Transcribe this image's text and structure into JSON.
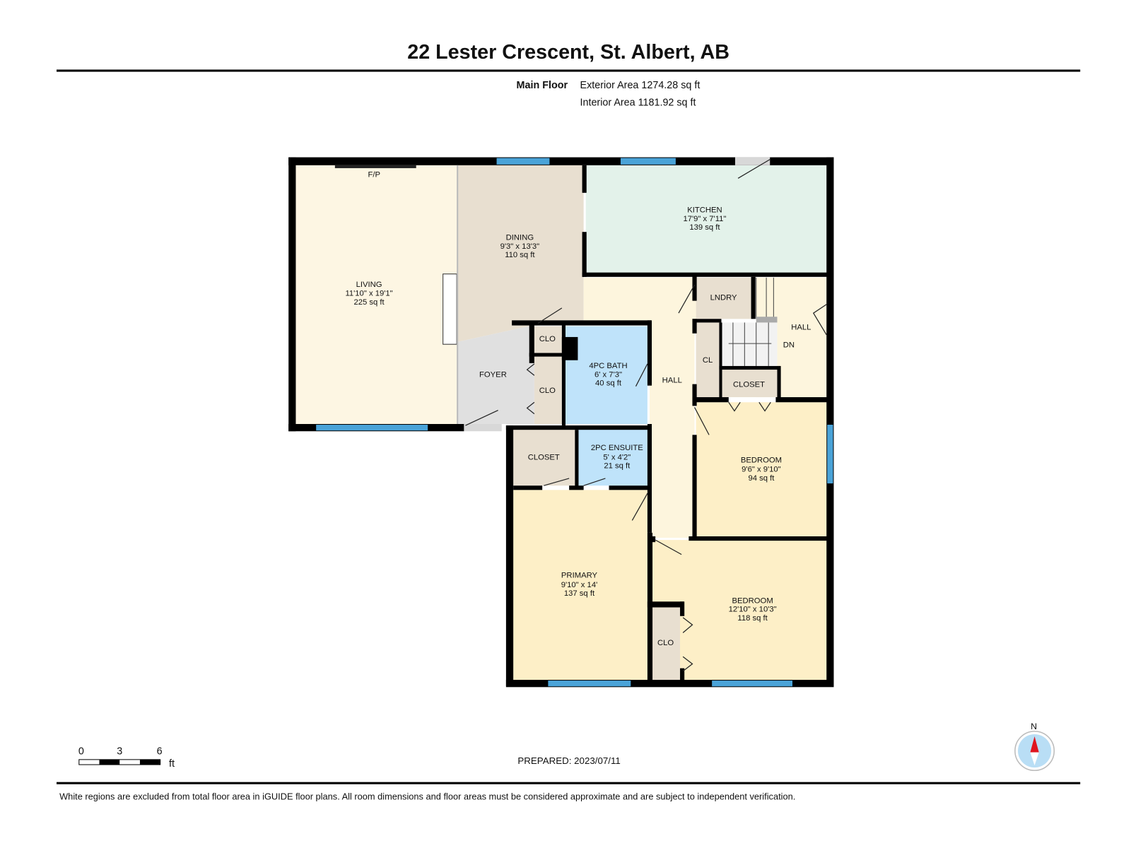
{
  "header": {
    "title": "22 Lester Crescent, St. Albert, AB",
    "floor_label": "Main Floor",
    "exterior_area": "Exterior Area 1274.28 sq ft",
    "interior_area": "Interior Area 1181.92 sq ft"
  },
  "rooms": {
    "living": {
      "name": "LIVING",
      "dims": "11'10\" x 19'1\"",
      "area": "225 sq ft",
      "fireplace": "F/P"
    },
    "dining": {
      "name": "DINING",
      "dims": "9'3\" x 13'3\"",
      "area": "110 sq ft"
    },
    "kitchen": {
      "name": "KITCHEN",
      "dims": "17'9\" x 7'11\"",
      "area": "139 sq ft"
    },
    "foyer": {
      "name": "FOYER"
    },
    "clo_top": {
      "name": "CLO"
    },
    "clo_mid": {
      "name": "CLO"
    },
    "bath4": {
      "name": "4PC BATH",
      "dims": "6' x 7'3\"",
      "area": "40 sq ft"
    },
    "hall_main": {
      "name": "HALL"
    },
    "lndry": {
      "name": "LNDRY"
    },
    "cl": {
      "name": "CL"
    },
    "stairs": {
      "label": "DN"
    },
    "hall_right": {
      "name": "HALL"
    },
    "closet_right": {
      "name": "CLOSET"
    },
    "bedroom_right": {
      "name": "BEDROOM",
      "dims": "9'6\" x 9'10\"",
      "area": "94 sq ft"
    },
    "closet_left": {
      "name": "CLOSET"
    },
    "ensuite": {
      "name": "2PC ENSUITE",
      "dims": "5' x 4'2\"",
      "area": "21 sq ft"
    },
    "primary": {
      "name": "PRIMARY",
      "dims": "9'10\" x 14'",
      "area": "137 sq ft"
    },
    "bedroom_lower": {
      "name": "BEDROOM",
      "dims": "12'10\" x 10'3\"",
      "area": "118 sq ft"
    },
    "clo_bed": {
      "name": "CLO"
    }
  },
  "colors": {
    "living": "#fdf6e3",
    "dining": "#e8dfd0",
    "kitchen": "#e3f2ea",
    "foyer": "#e0e0e0",
    "closet": "#e8dfd0",
    "bath": "#bfe3fa",
    "hall": "#fdf5dd",
    "bedroom": "#fdefc7",
    "window": "#4aa3d8",
    "compass_needle": "#e0141e",
    "compass_ring": "#b9def5"
  },
  "scale_bar": {
    "ticks": [
      "0",
      "3",
      "6"
    ],
    "unit": "ft"
  },
  "compass": {
    "label": "N"
  },
  "prepared": "PREPARED: 2023/07/11",
  "footer": {
    "disclaimer": "White regions are excluded from total floor area in iGUIDE floor plans. All room dimensions and floor areas must be considered approximate and are subject to independent verification."
  }
}
